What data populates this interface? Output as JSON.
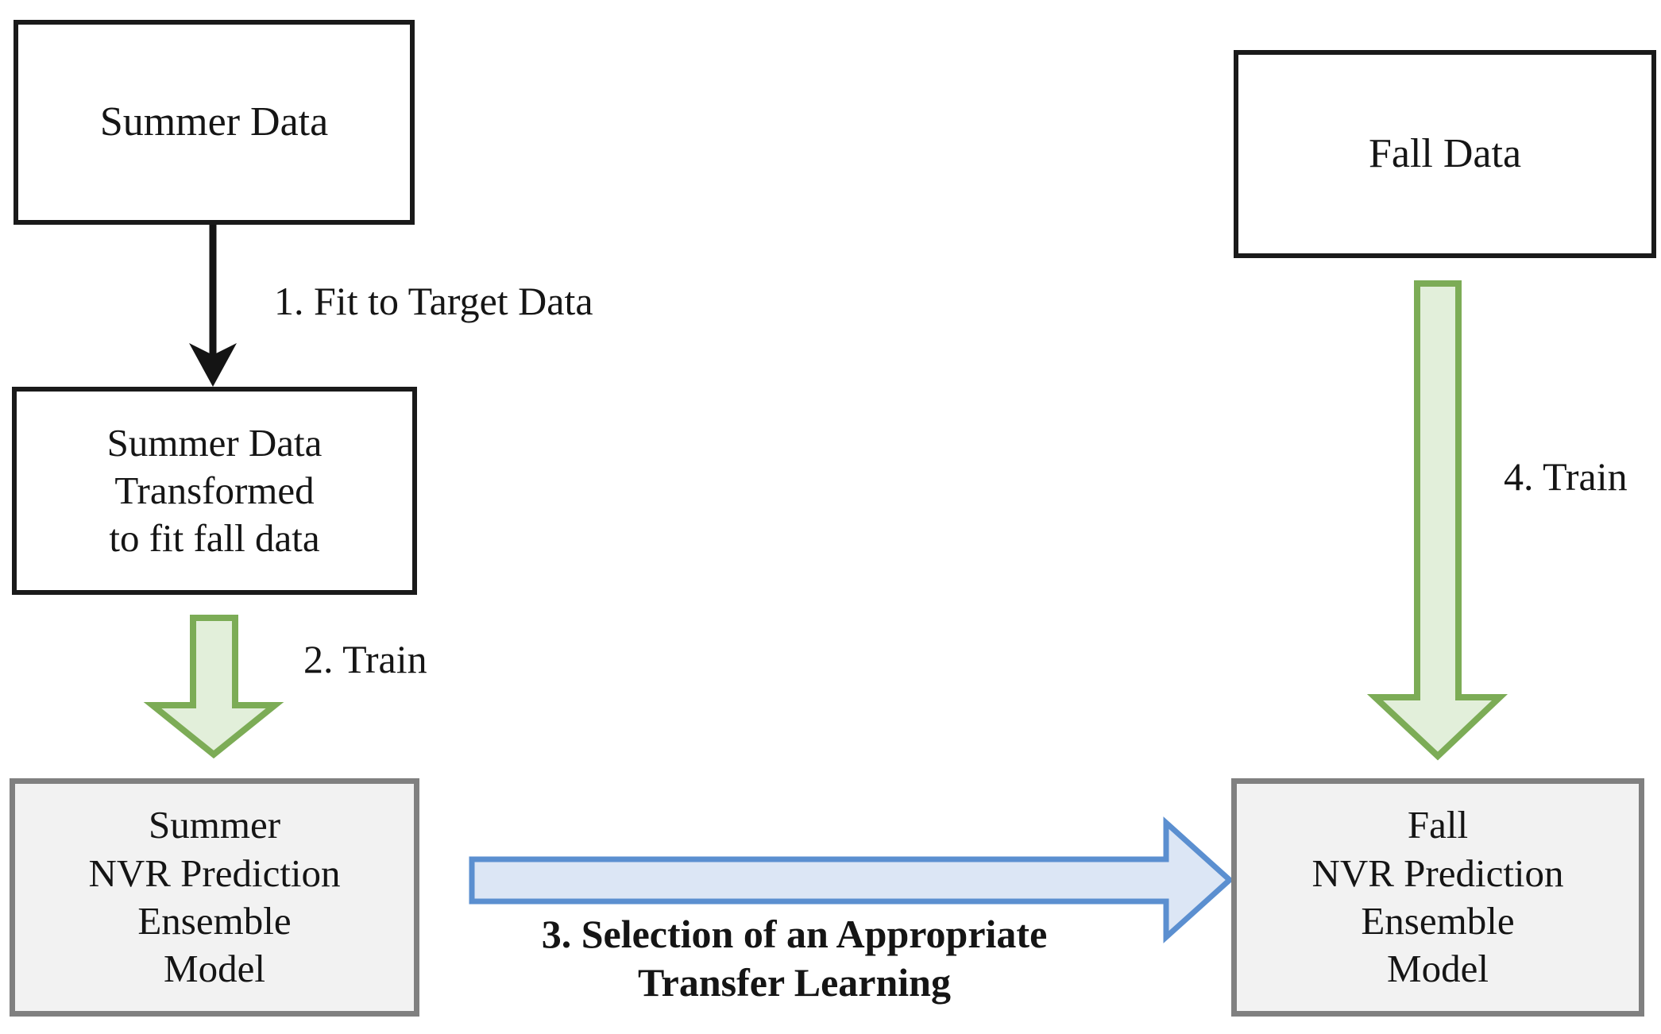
{
  "diagram": {
    "title": "Transfer learning workflow between summer and fall NVR prediction models",
    "colors": {
      "box_border_black": "#1a1a1a",
      "box_border_gray": "#808080",
      "box_fill_white": "#ffffff",
      "box_fill_gray": "#f2f2f2",
      "green_arrow_fill": "#e2efda",
      "green_arrow_stroke": "#7cac56",
      "blue_arrow_fill": "#dce6f5",
      "blue_arrow_stroke": "#5b8fd0",
      "text_black": "#151515"
    },
    "nodes": [
      {
        "id": "summer-data",
        "label": "Summer Data"
      },
      {
        "id": "fall-data",
        "label": "Fall Data"
      },
      {
        "id": "summer-transformed",
        "label": "Summer Data\nTransformed\nto fit fall data"
      },
      {
        "id": "summer-model",
        "label": "Summer\nNVR Prediction\nEnsemble\nModel"
      },
      {
        "id": "fall-model",
        "label": "Fall\nNVR Prediction\nEnsemble\nModel"
      }
    ],
    "edges": [
      {
        "id": "step-1",
        "label": "1. Fit to Target Data",
        "style": "thin-black-arrow",
        "from": "summer-data",
        "to": "summer-transformed"
      },
      {
        "id": "step-2",
        "label": "2. Train",
        "style": "green-block-arrow",
        "from": "summer-transformed",
        "to": "summer-model"
      },
      {
        "id": "step-3",
        "label": "3. Selection of an Appropriate\nTransfer Learning",
        "style": "blue-block-arrow",
        "from": "summer-model",
        "to": "fall-model"
      },
      {
        "id": "step-4",
        "label": "4. Train",
        "style": "green-block-arrow",
        "from": "fall-data",
        "to": "fall-model"
      }
    ]
  }
}
